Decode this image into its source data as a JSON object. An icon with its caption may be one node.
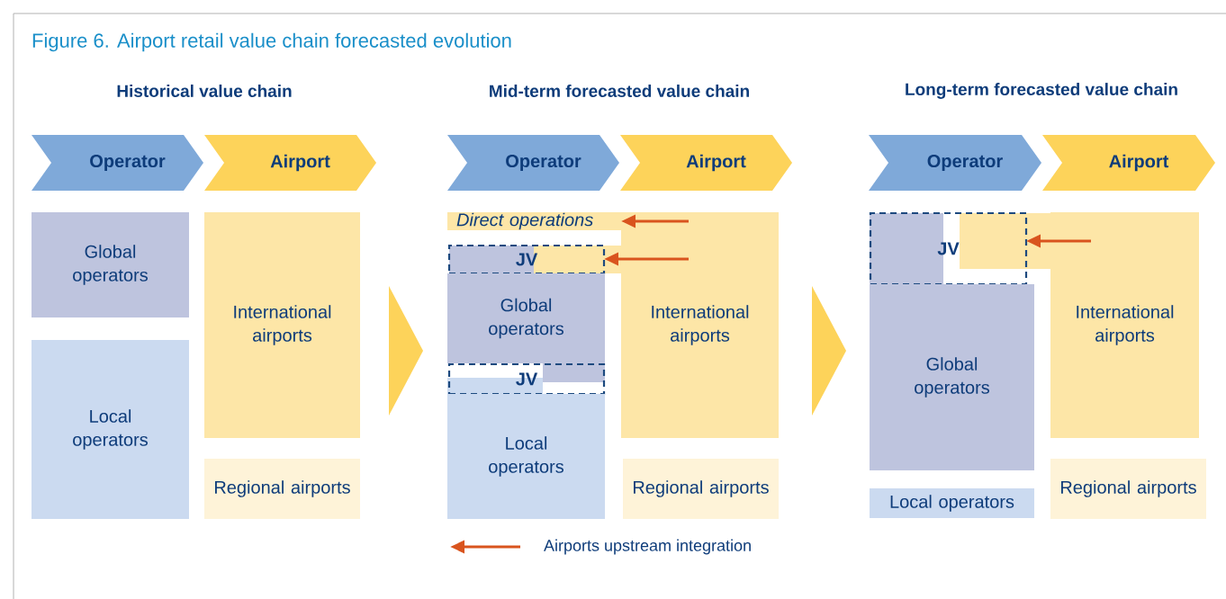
{
  "diagram": {
    "title": "Figure 6. Airport retail value chain forecasted evolution",
    "nodes": [
      {
        "text": [
          "Operator"
        ]
      },
      {
        "text": [
          "Airport"
        ]
      },
      {
        "text": [
          "Global operators"
        ]
      },
      {
        "text": [
          "Local operators"
        ]
      },
      {
        "text": [
          "International airports"
        ]
      },
      {
        "text": [
          "Regional airports"
        ]
      },
      {
        "text": [
          "Operator"
        ]
      },
      {
        "text": [
          "Airport"
        ]
      },
      {
        "text": [
          "Direct operations"
        ]
      },
      {
        "text": [
          "JV"
        ]
      },
      {
        "text": [
          "Global operators"
        ]
      },
      {
        "text": [
          "JV"
        ]
      },
      {
        "text": [
          "International airports"
        ]
      },
      {
        "text": [
          "Local operators"
        ]
      },
      {
        "text": [
          "Regional airports"
        ]
      },
      {
        "text": [
          "Operator"
        ]
      },
      {
        "text": [
          "Airport"
        ]
      },
      {
        "text": [
          "JV"
        ]
      },
      {
        "text": [
          "Global operators"
        ]
      },
      {
        "text": [
          "International airports"
        ]
      },
      {
        "text": [
          "Local operators"
        ]
      },
      {
        "text": [
          "Regional airports"
        ]
      }
    ],
    "edges": [
      {
        "from": 12,
        "to": 8,
        "arrow": "to",
        "color": "#d9541e"
      },
      {
        "from": 12,
        "to": 9,
        "arrow": "to",
        "color": "#d9541e"
      },
      {
        "from": 19,
        "to": 17,
        "arrow": "to",
        "color": "#d9541e"
      }
    ],
    "labels": [
      "Historical value chain",
      "Mid-term forecasted value chain",
      "Long-term forecasted value chain"
    ],
    "legend": [
      {
        "text": "Airports upstream integration"
      }
    ]
  }
}
